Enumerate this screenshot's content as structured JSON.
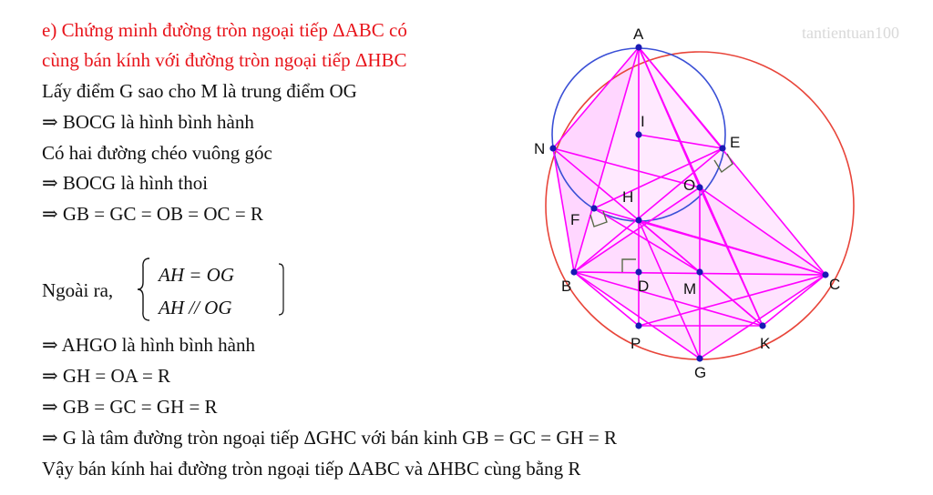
{
  "text": {
    "line1": "e) Chứng minh đường tròn ngoại tiếp ΔABC có",
    "line2": "cùng bán kính với đường tròn ngoại tiếp ΔHBC",
    "line3": "Lấy điểm G sao cho M là trung điểm OG",
    "line4": "⇒ BOCG là hình bình hành",
    "line5": "Có hai đường chéo vuông góc",
    "line6": "⇒ BOCG là hình thoi",
    "line7": "⇒ GB = GC = OB = OC = R",
    "sys_label": "Ngoài ra,",
    "sys_row1": "AH = OG",
    "sys_row2": "AH // OG",
    "line8": "⇒ AHGO là hình bình hành",
    "line9": "⇒ GH = OA = R",
    "line10": "⇒ GB = GC = GH = R",
    "line11": "⇒ G là tâm đường tròn ngoại tiếp ΔGHC với bán kinh GB = GC = GH = R",
    "line12": "Vậy bán kính hai đường tròn ngoại tiếp ΔABC và ΔHBC cùng bằng R"
  },
  "watermark": "tantientuan100",
  "points": {
    "A": "A",
    "I": "I",
    "N": "N",
    "E": "E",
    "O": "O",
    "H": "H",
    "F": "F",
    "B": "B",
    "D": "D",
    "M": "M",
    "C": "C",
    "P": "P",
    "K": "K",
    "G": "G"
  },
  "colors": {
    "heading": "#e8141b",
    "circumcircle": "#e8453a",
    "small_circle": "#3a4fd6",
    "segments": "#ff00ff",
    "fill": "#ffd6ff",
    "points": "#1a1ab4",
    "right_angle": "#5a6a4a"
  }
}
